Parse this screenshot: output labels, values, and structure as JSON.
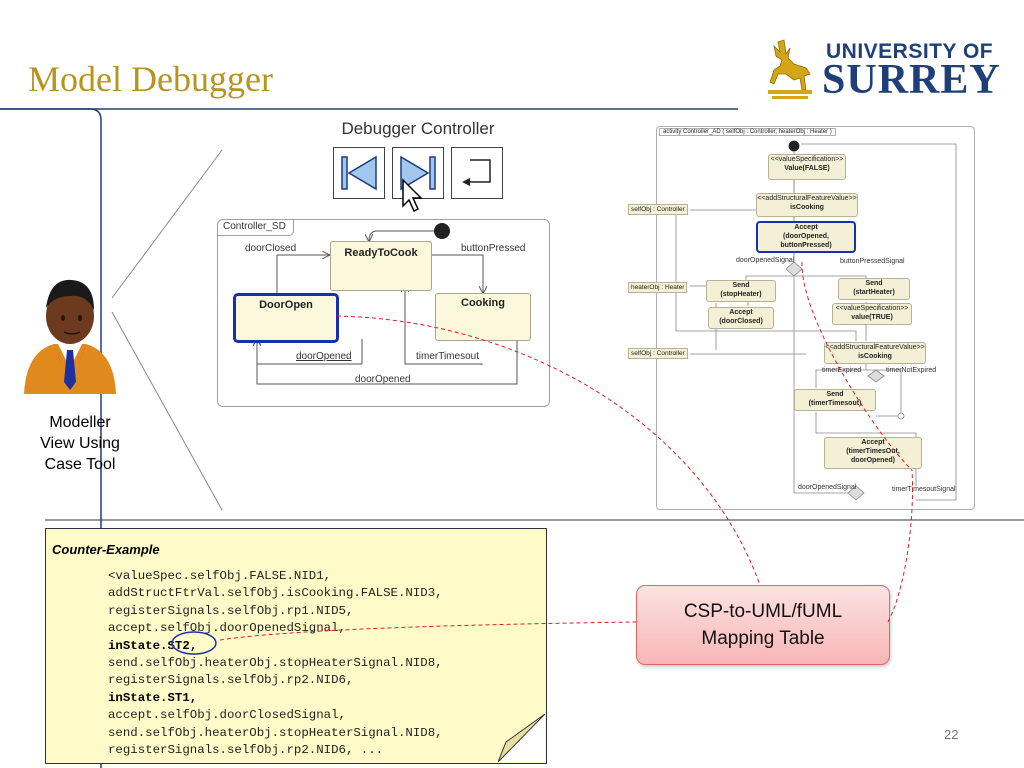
{
  "slide": {
    "title": "Model Debugger",
    "page_number": "22",
    "logo": {
      "line1": "UNIVERSITY OF",
      "line2": "SURREY"
    },
    "avatar_caption": [
      "Modeller",
      "View Using",
      "Case Tool"
    ]
  },
  "debugger": {
    "title": "Debugger Controller",
    "buttons": [
      "step-back",
      "step-forward",
      "return"
    ]
  },
  "state_diagram": {
    "frame_label": "Controller_SD",
    "states": [
      "ReadyToCook",
      "DoorOpen",
      "Cooking"
    ],
    "transitions": [
      "doorClosed",
      "buttonPressed",
      "doorOpened",
      "timerTimesout",
      "doorOpened"
    ]
  },
  "activity_diagram": {
    "header": "activity  Controller_AD ( selfObj : Controller, heaterObj : Heater )",
    "nodes": {
      "value_false": [
        "<<valueSpecification>>",
        "Value(FALSE)"
      ],
      "add_iscooking1": [
        "<<addStructuralFeatureValue>>",
        "isCooking"
      ],
      "accept1": [
        "Accept",
        "(doorOpened,",
        "buttonPressed)"
      ],
      "send_stop": [
        "Send",
        "(stopHeater)"
      ],
      "accept_closed": [
        "Accept",
        "(doorClosed)"
      ],
      "send_start": [
        "Send",
        "(startHeater)"
      ],
      "value_true": [
        "<<valueSpecification>>",
        "value(TRUE)"
      ],
      "add_iscooking2": [
        "<<addStructuralFeatureValue>>",
        "isCooking"
      ],
      "send_timer": [
        "Send",
        "(timerTimesout)"
      ],
      "accept_timer": [
        "Accept",
        "(timerTimesOut,",
        "doorOpened)"
      ]
    },
    "pins": [
      "selfObj : Controller",
      "heaterObj : Heater",
      "selfObj : Controller"
    ],
    "labels": [
      "doorOpenedSignal",
      "buttonPressedSignal",
      "timerExpired",
      "timerNotExpired",
      "doorOpenedSignal",
      "timerTimesoutSignal"
    ]
  },
  "counter_example": {
    "heading": "Counter-Example",
    "lines": [
      "<valueSpec.selfObj.FALSE.NID1,",
      "addStructFtrVal.selfObj.isCooking.FALSE.NID3,",
      "registerSignals.selfObj.rp1.NID5,",
      "accept.selfObj.doorOpenedSignal,",
      "send.selfObj.heaterObj.stopHeaterSignal.NID8,",
      "registerSignals.selfObj.rp2.NID6,",
      "accept.selfObj.doorClosedSignal,",
      "send.selfObj.heaterObj.stopHeaterSignal.NID8,",
      "registerSignals.selfObj.rp2.NID6, ..."
    ],
    "bold_lines": {
      "st2_prefix": "inState.",
      "st2": "ST2",
      "st2_suffix": ",",
      "st1": "inState.ST1,"
    }
  },
  "mapping_box": {
    "line1": "CSP-to-UML/fUML",
    "line2": "Mapping Table"
  },
  "colors": {
    "title_gold": "#b8941f",
    "surrey_blue": "#1f3f7a",
    "highlight": "#1a2fb0",
    "dashed_red": "#d62020",
    "note_yellow": "#fffbc8"
  }
}
